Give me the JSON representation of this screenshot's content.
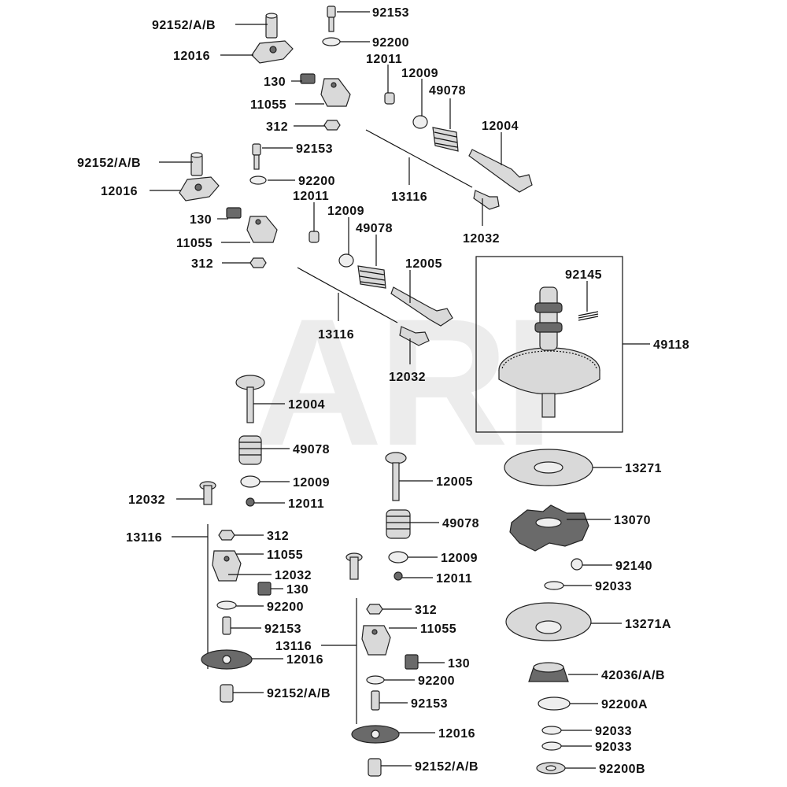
{
  "watermark": "ARI",
  "labels": {
    "l01": "92153",
    "l02": "92152/A/B",
    "l03": "92200",
    "l04": "12016",
    "l05": "12011",
    "l06": "12009",
    "l07": "130",
    "l08": "49078",
    "l09": "11055",
    "l10": "12004",
    "l11": "312",
    "l12": "92153",
    "l13": "92152/A/B",
    "l14": "92200",
    "l15": "12016",
    "l16": "12011",
    "l17": "13116",
    "l18": "130",
    "l19": "12009",
    "l20": "49078",
    "l21": "11055",
    "l22": "12032",
    "l23": "312",
    "l24": "12005",
    "l25": "92145",
    "l26": "13116",
    "l27": "49118",
    "l28": "12032",
    "l29": "12004",
    "l30": "49078",
    "l31": "13271",
    "l32": "12009",
    "l33": "12005",
    "l34": "12032",
    "l35": "12011",
    "l36": "13070",
    "l37": "13116",
    "l38": "312",
    "l39": "49078",
    "l40": "11055",
    "l41": "12009",
    "l42": "92140",
    "l43": "12032",
    "l44": "130",
    "l45": "12011",
    "l46": "92033",
    "l47": "92200",
    "l48": "312",
    "l49": "92153",
    "l50": "13271A",
    "l51": "11055",
    "l52": "13116",
    "l53": "12016",
    "l54": "130",
    "l55": "92200",
    "l56": "42036/A/B",
    "l57": "92152/A/B",
    "l58": "92153",
    "l59": "92200A",
    "l60": "12016",
    "l61": "92033",
    "l62": "92033",
    "l63": "92152/A/B",
    "l64": "92200B"
  }
}
